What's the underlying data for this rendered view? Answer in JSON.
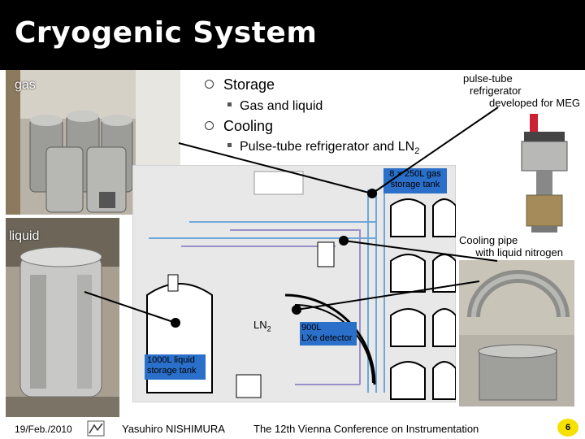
{
  "slide": {
    "title": "Cryogenic System",
    "bullets": {
      "storage": "Storage",
      "storage_sub": "Gas and liquid",
      "cooling": "Cooling",
      "cooling_sub": "Pulse-tube refrigerator and LN",
      "cooling_sub_subscript": "2"
    },
    "labels": {
      "gas": "gas",
      "liquid": "liquid",
      "ptr_line1": "pulse-tube",
      "ptr_line2": "refrigerator",
      "ptr_line3": "developed for MEG",
      "gas_tank_line1": "8 × 250L gas",
      "gas_tank_line2": "storage tank",
      "cooling_pipe_line1": "Cooling pipe",
      "cooling_pipe_line2": "with liquid nitrogen",
      "ln2": "LN",
      "ln2_sub": "2",
      "detector_line1": "900L",
      "detector_line2": "LXe detector",
      "liquid_tank_line1": "1000L liquid",
      "liquid_tank_line2": "storage tank"
    },
    "footer": {
      "date": "19/Feb./2010",
      "author": "Yasuhiro NISHIMURA",
      "conference": "The 12th Vienna Conference on Instrumentation",
      "page": "6"
    },
    "colors": {
      "title_bg": "#000000",
      "page_badge": "#f5e000",
      "gas_tank_box": "#2a6fc9",
      "detector_box": "#2a6fc9",
      "liquid_tank_box": "#2a6fc9",
      "pipe_blue": "#6fa8d8",
      "pipe_purple": "#9a8fc9"
    }
  }
}
